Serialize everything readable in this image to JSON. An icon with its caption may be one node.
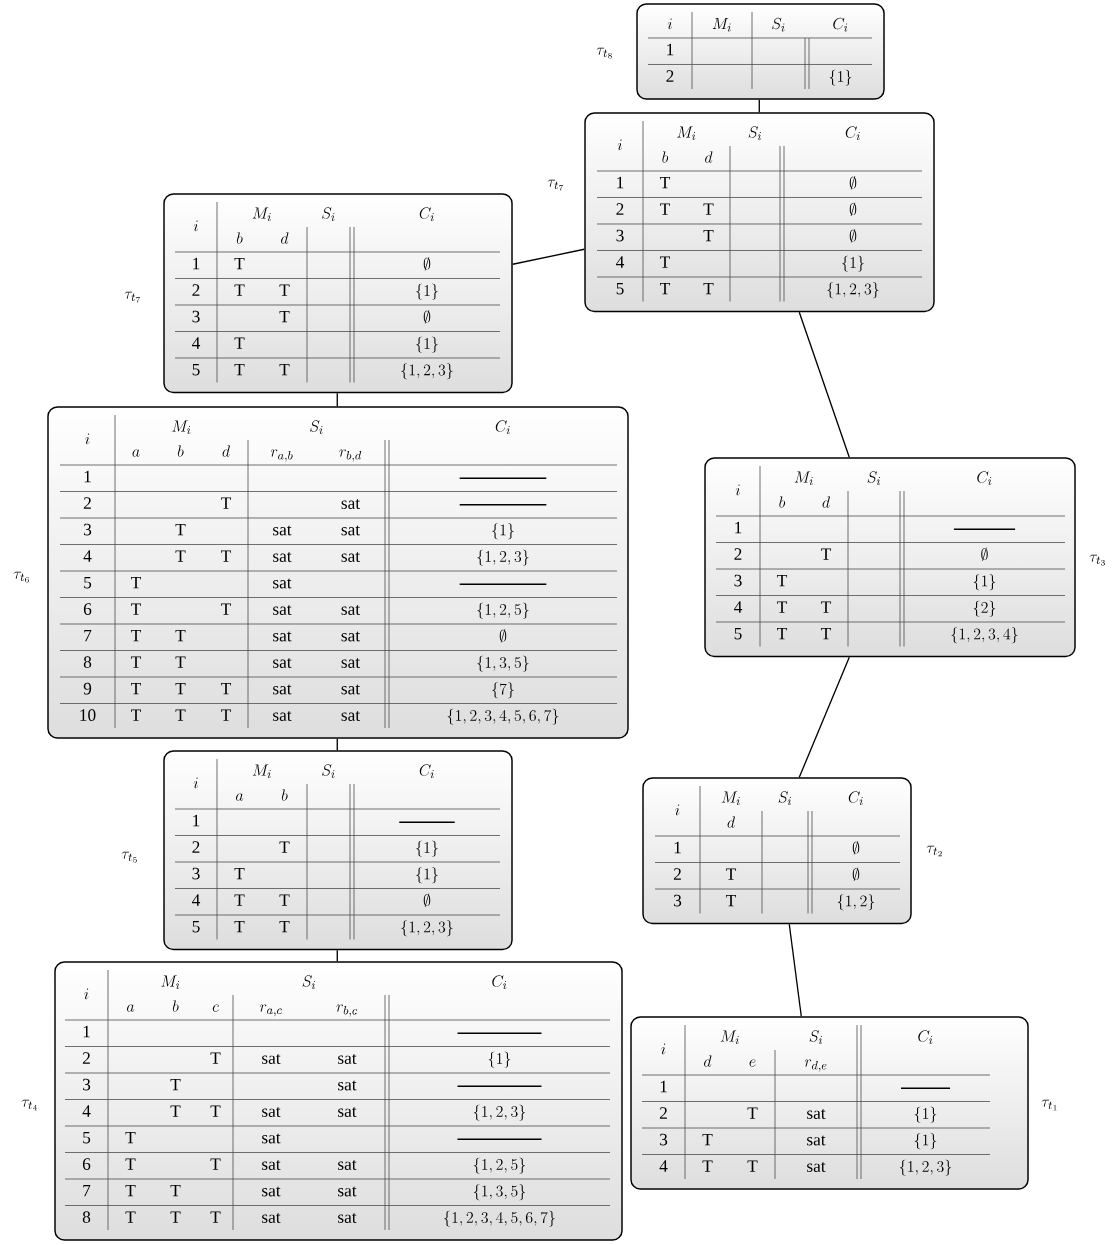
{
  "diagram": {
    "nodes": [
      {
        "text": [
          "i",
          "M_i",
          "S_i",
          "C_i",
          "1",
          "2",
          "\\{1\\}"
        ],
        "beside": [
          "\\tau_{t_8}"
        ]
      },
      {
        "text": [
          "i",
          "M_i",
          "S_i",
          "C_i",
          "b",
          "d",
          "1",
          "T",
          "\\emptyset",
          "2",
          "T",
          "T",
          "\\emptyset",
          "3",
          "T",
          "\\emptyset",
          "4",
          "T",
          "\\{1\\}",
          "5",
          "T",
          "T",
          "\\{1,2,3\\}"
        ],
        "beside": [
          "\\tau_{t_7}"
        ]
      },
      {
        "text": [
          "i",
          "M_i",
          "S_i",
          "C_i",
          "b",
          "d",
          "1",
          "T",
          "\\emptyset",
          "2",
          "T",
          "T",
          "\\{1\\}",
          "3",
          "T",
          "\\emptyset",
          "4",
          "T",
          "\\{1\\}",
          "5",
          "T",
          "T",
          "\\{1,2,3\\}"
        ],
        "beside": [
          "\\tau_{t_7}"
        ]
      },
      {
        "text": [
          "i",
          "M_i",
          "S_i",
          "C_i",
          "a",
          "b",
          "d",
          "r_{a,b}",
          "r_{b,d}",
          "1",
          "2",
          "T",
          "sat",
          "3",
          "T",
          "sat",
          "sat",
          "\\{1\\}",
          "4",
          "T",
          "T",
          "sat",
          "sat",
          "\\{1,2,3\\}",
          "5",
          "T",
          "sat",
          "6",
          "T",
          "T",
          "sat",
          "sat",
          "\\{1,2,5\\}",
          "7",
          "T",
          "T",
          "sat",
          "sat",
          "\\emptyset",
          "8",
          "T",
          "T",
          "sat",
          "sat",
          "\\{1,3,5\\}",
          "9",
          "T",
          "T",
          "T",
          "sat",
          "sat",
          "\\{7\\}",
          "10",
          "T",
          "T",
          "T",
          "sat",
          "sat",
          "\\{1,2,3,4,5,6,7\\}"
        ],
        "beside": [
          "\\tau_{t_6}"
        ]
      },
      {
        "text": [
          "i",
          "M_i",
          "S_i",
          "C_i",
          "b",
          "d",
          "1",
          "2",
          "T",
          "\\emptyset",
          "3",
          "T",
          "\\{1\\}",
          "4",
          "T",
          "T",
          "\\{2\\}",
          "5",
          "T",
          "T",
          "\\{1,2,3,4\\}"
        ],
        "beside": [
          "\\tau_{t_3}"
        ]
      },
      {
        "text": [
          "i",
          "M_i",
          "S_i",
          "C_i",
          "a",
          "b",
          "1",
          "2",
          "T",
          "\\{1\\}",
          "3",
          "T",
          "\\{1\\}",
          "4",
          "T",
          "T",
          "\\emptyset",
          "5",
          "T",
          "T",
          "\\{1,2,3\\}"
        ],
        "beside": [
          "\\tau_{t_5}"
        ]
      },
      {
        "text": [
          "i",
          "M_i",
          "S_i",
          "C_i",
          "d",
          "1",
          "\\emptyset",
          "2",
          "T",
          "\\emptyset",
          "3",
          "T",
          "\\{1,2\\}"
        ],
        "beside": [
          "\\tau_{t_2}"
        ]
      },
      {
        "text": [
          "i",
          "M_i",
          "S_i",
          "C_i",
          "a",
          "b",
          "c",
          "r_{a,c}",
          "r_{b,c}",
          "1",
          "2",
          "T",
          "sat",
          "sat",
          "\\{1\\}",
          "3",
          "T",
          "sat",
          "4",
          "T",
          "T",
          "sat",
          "sat",
          "\\{1,2,3\\}",
          "5",
          "T",
          "sat",
          "6",
          "T",
          "T",
          "sat",
          "sat",
          "\\{1,2,5\\}",
          "7",
          "T",
          "T",
          "sat",
          "sat",
          "\\{1,3,5\\}",
          "8",
          "T",
          "T",
          "T",
          "sat",
          "sat",
          "\\{1,2,3,4,5,6,7\\}"
        ],
        "beside": [
          "\\tau_{t_4}"
        ]
      },
      {
        "text": [
          "i",
          "M_i",
          "S_i",
          "C_i",
          "d",
          "e",
          "r_{d,e}",
          "1",
          "2",
          "T",
          "sat",
          "\\{1\\}",
          "3",
          "T",
          "sat",
          "\\{1\\}",
          "4",
          "T",
          "T",
          "sat",
          "\\{1,2,3\\}"
        ],
        "beside": [
          "\\tau_{t_1}"
        ]
      }
    ],
    "edges": [
      {
        "from": 0,
        "to": 1,
        "arrow": "none"
      },
      {
        "from": 1,
        "to": 2,
        "arrow": "none"
      },
      {
        "from": 2,
        "to": 3,
        "arrow": "none"
      },
      {
        "from": 3,
        "to": 5,
        "arrow": "none"
      },
      {
        "from": 5,
        "to": 7,
        "arrow": "none"
      },
      {
        "from": 1,
        "to": 4,
        "arrow": "none"
      },
      {
        "from": 4,
        "to": 6,
        "arrow": "none"
      },
      {
        "from": 6,
        "to": 8,
        "arrow": "none"
      }
    ]
  }
}
